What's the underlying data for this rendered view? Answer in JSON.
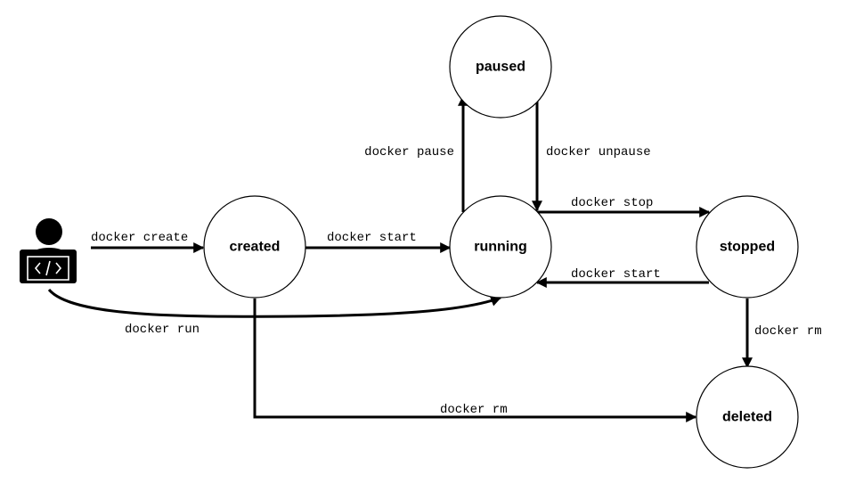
{
  "states": {
    "paused": "paused",
    "created": "created",
    "running": "running",
    "stopped": "stopped",
    "deleted": "deleted"
  },
  "transitions": {
    "docker_create": "docker create",
    "docker_start_created_running": "docker start",
    "docker_pause": "docker pause",
    "docker_unpause": "docker unpause",
    "docker_stop": "docker stop",
    "docker_start_stopped_running": "docker start",
    "docker_rm_stopped_deleted": "docker rm",
    "docker_rm_created_deleted": "docker rm",
    "docker_run": "docker run"
  },
  "icons": {
    "user": "developer-laptop-icon"
  },
  "colors": {
    "stroke": "#000000",
    "background": "#ffffff"
  }
}
